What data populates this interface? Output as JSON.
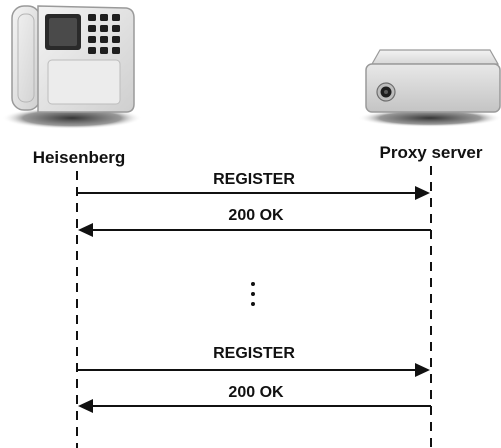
{
  "participants": {
    "left": {
      "label": "Heisenberg",
      "icon": "desk-phone-icon"
    },
    "right": {
      "label": "Proxy server",
      "icon": "server-icon"
    }
  },
  "messages": [
    {
      "label": "REGISTER",
      "direction": "right"
    },
    {
      "label": "200 OK",
      "direction": "left"
    },
    {
      "label": "REGISTER",
      "direction": "right"
    },
    {
      "label": "200 OK",
      "direction": "left"
    }
  ],
  "colors": {
    "ink": "#111111",
    "device_body": "#e6e6e6",
    "device_shadow": "#555555"
  }
}
